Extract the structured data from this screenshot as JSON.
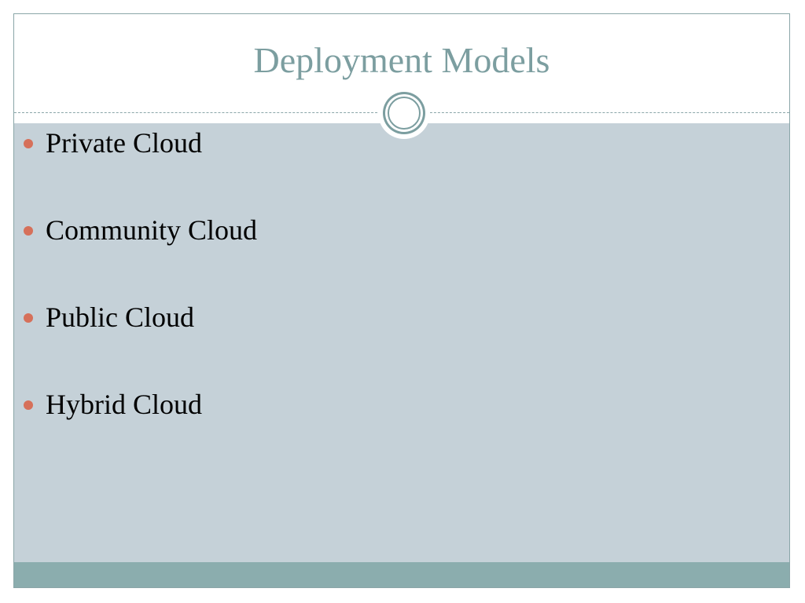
{
  "slide": {
    "title": "Deployment Models",
    "bullets": [
      "Private Cloud",
      "Community Cloud",
      "Public Cloud",
      "Hybrid Cloud"
    ]
  },
  "colors": {
    "title": "#7c9ea0",
    "content_background": "#c5d1d8",
    "footer_bar": "#8badae",
    "bullet": "#d6705a",
    "frame_border": "#8aa6a8"
  },
  "icons": {
    "ornament": "circle-ring-ornament-icon",
    "bullet": "bullet-dot-icon"
  }
}
